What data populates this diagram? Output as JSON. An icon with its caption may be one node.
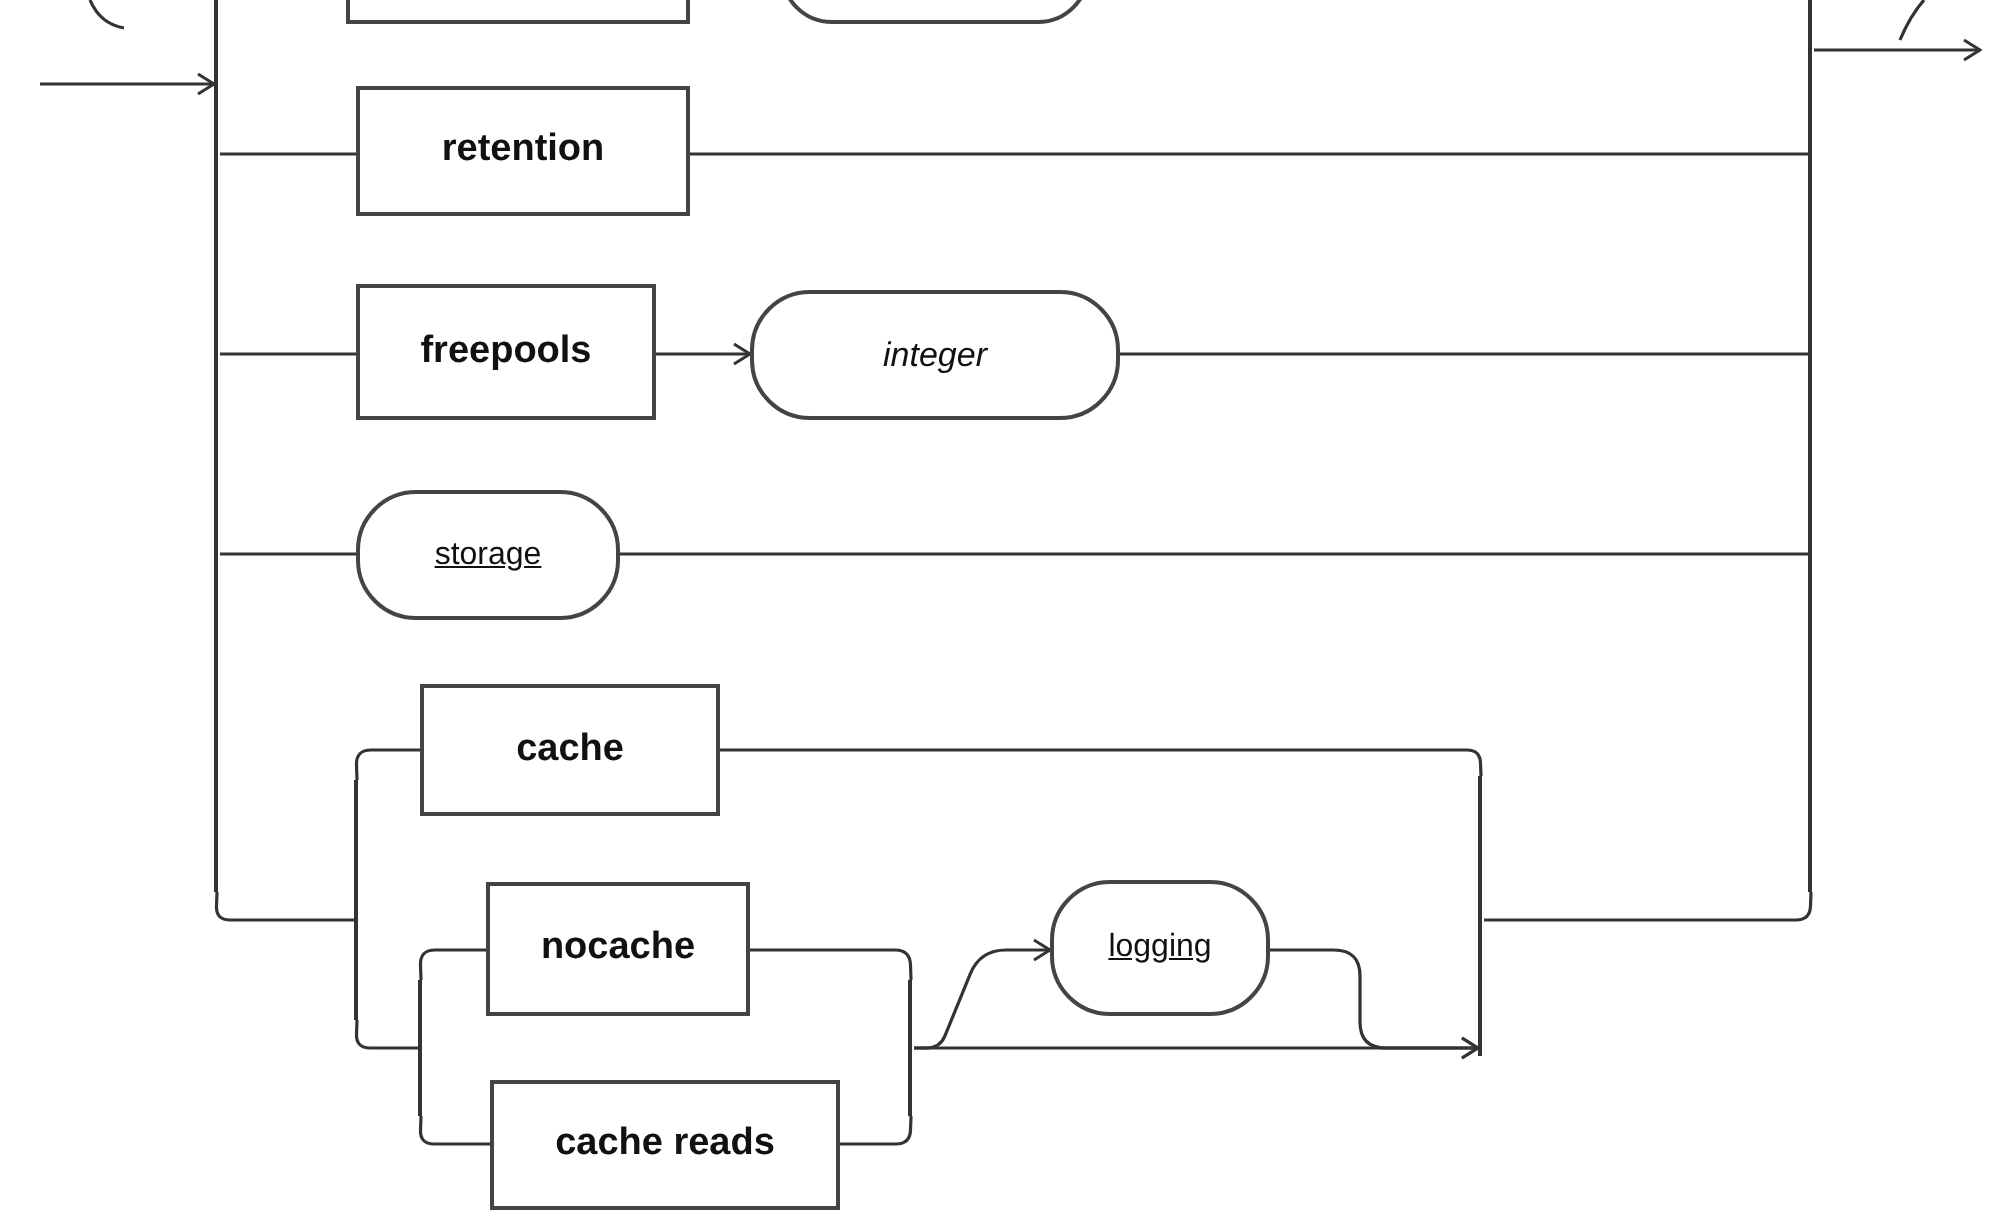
{
  "diagram": {
    "nodes": [
      {
        "text": [],
        "shape": "box"
      },
      {
        "text": [],
        "shape": "oval"
      },
      {
        "text": [
          "retention"
        ]
      },
      {
        "text": [
          "freepools"
        ]
      },
      {
        "text": [
          "integer"
        ]
      },
      {
        "text": [
          "storage"
        ]
      },
      {
        "text": [
          "cache"
        ]
      },
      {
        "text": [
          "nocache"
        ]
      },
      {
        "text": [
          "cache reads"
        ]
      },
      {
        "text": [
          "logging"
        ]
      },
      {
        "text": [],
        "shape": "bar"
      },
      {
        "text": [],
        "shape": "bar"
      },
      {
        "text": [],
        "shape": "bar"
      },
      {
        "text": [],
        "shape": "bar"
      },
      {
        "text": [],
        "shape": "bar"
      },
      {
        "text": [],
        "shape": "bar"
      }
    ],
    "edges": [
      {
        "from": null,
        "to": 10,
        "arrow": "to"
      },
      {
        "from": 10,
        "to": 2,
        "arrow": "none"
      },
      {
        "from": 2,
        "to": 11,
        "arrow": "none"
      },
      {
        "from": 10,
        "to": 3,
        "arrow": "none"
      },
      {
        "from": 3,
        "to": 4,
        "arrow": "to"
      },
      {
        "from": 4,
        "to": 11,
        "arrow": "none"
      },
      {
        "from": 10,
        "to": 5,
        "arrow": "none"
      },
      {
        "from": 5,
        "to": 11,
        "arrow": "none"
      },
      {
        "from": 10,
        "to": 12,
        "arrow": "none"
      },
      {
        "from": 12,
        "to": 6,
        "arrow": "none"
      },
      {
        "from": 12,
        "to": 13,
        "arrow": "none"
      },
      {
        "from": 13,
        "to": 7,
        "arrow": "none"
      },
      {
        "from": 13,
        "to": 8,
        "arrow": "none"
      },
      {
        "from": 7,
        "to": 14,
        "arrow": "none"
      },
      {
        "from": 8,
        "to": 14,
        "arrow": "none"
      },
      {
        "from": 14,
        "to": 9,
        "arrow": "to"
      },
      {
        "from": 14,
        "to": 15,
        "arrow": "to"
      },
      {
        "from": 9,
        "to": 15,
        "arrow": "to"
      },
      {
        "from": 6,
        "to": 15,
        "arrow": "none"
      },
      {
        "from": 15,
        "to": 11,
        "arrow": "none"
      },
      {
        "from": 11,
        "to": null,
        "arrow": "to"
      }
    ]
  }
}
